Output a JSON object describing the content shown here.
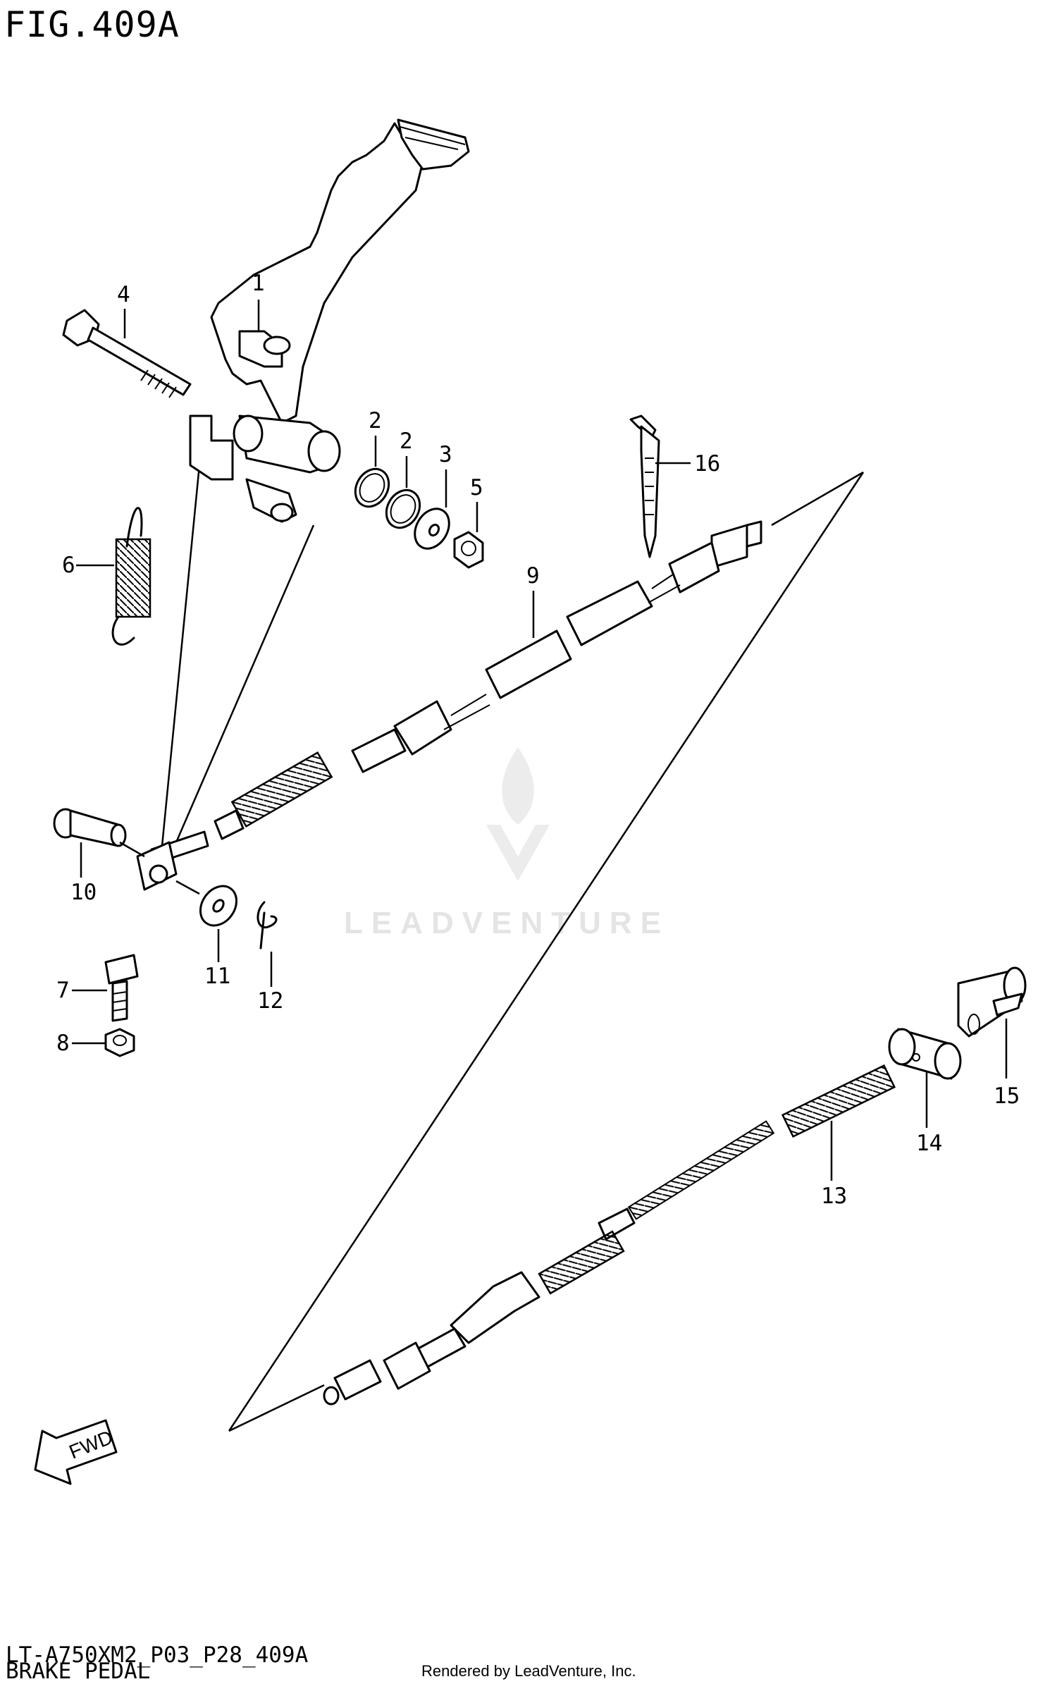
{
  "figure": {
    "title": "FIG.409A",
    "code": "LT-A750XM2_P03_P28_409A",
    "name": "BRAKE PEDAL",
    "credit": "Rendered by LeadVenture, Inc.",
    "watermark": "LEADVENTURE"
  },
  "direction_marker": "FWD",
  "parts": [
    {
      "ref": "1",
      "icon": "brake-pedal-icon"
    },
    {
      "ref": "2",
      "icon": "o-ring-icon"
    },
    {
      "ref": "2",
      "icon": "o-ring-icon"
    },
    {
      "ref": "3",
      "icon": "washer-icon"
    },
    {
      "ref": "4",
      "icon": "bolt-icon"
    },
    {
      "ref": "5",
      "icon": "nut-icon"
    },
    {
      "ref": "6",
      "icon": "spring-icon"
    },
    {
      "ref": "7",
      "icon": "bolt-icon"
    },
    {
      "ref": "8",
      "icon": "nut-icon"
    },
    {
      "ref": "9",
      "icon": "cable-icon"
    },
    {
      "ref": "10",
      "icon": "pin-icon"
    },
    {
      "ref": "11",
      "icon": "washer-icon"
    },
    {
      "ref": "12",
      "icon": "cotter-pin-icon"
    },
    {
      "ref": "13",
      "icon": "spring-icon"
    },
    {
      "ref": "14",
      "icon": "joint-icon"
    },
    {
      "ref": "15",
      "icon": "bracket-icon"
    },
    {
      "ref": "16",
      "icon": "clamp-icon"
    }
  ],
  "colors": {
    "line": "#000000",
    "background": "#ffffff",
    "watermark": "#e4e4e4"
  }
}
